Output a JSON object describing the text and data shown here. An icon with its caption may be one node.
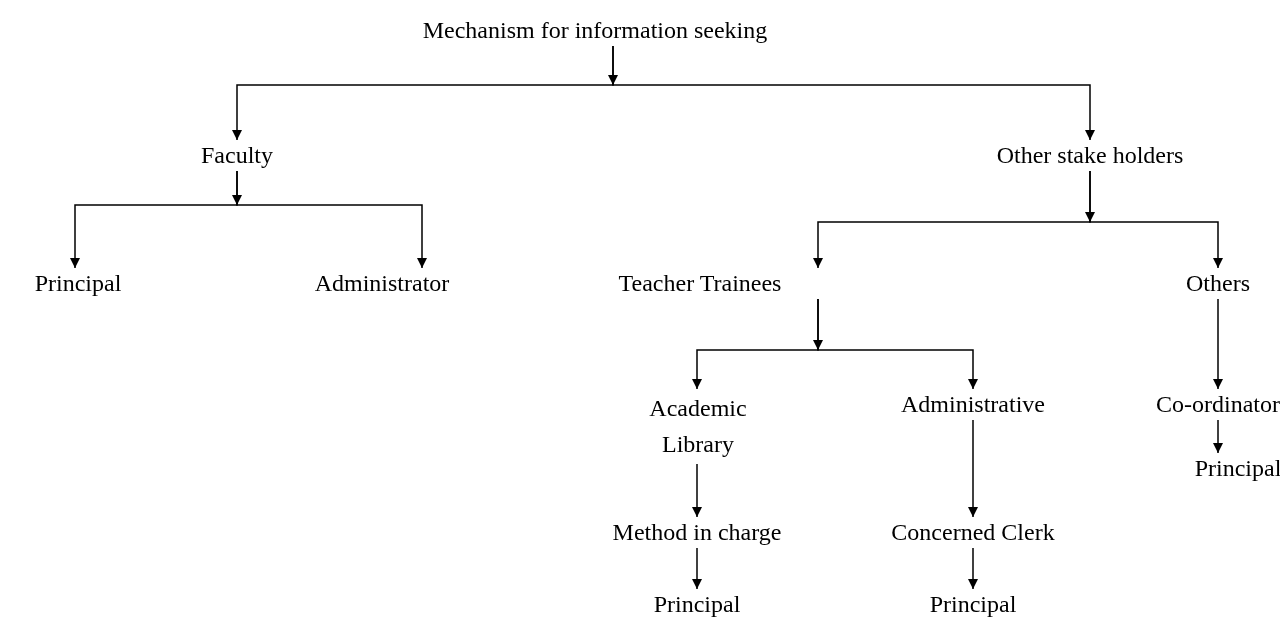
{
  "diagram": {
    "nodes": [
      {
        "text": [
          "Mechanism for information seeking"
        ]
      },
      {
        "text": [
          "Faculty"
        ]
      },
      {
        "text": [
          "Other stake holders"
        ]
      },
      {
        "text": [
          "Principal"
        ]
      },
      {
        "text": [
          "Administrator"
        ]
      },
      {
        "text": [
          "Teacher Trainees"
        ]
      },
      {
        "text": [
          "Others"
        ]
      },
      {
        "text": [
          "Academic Library"
        ]
      },
      {
        "text": [
          "Administrative"
        ]
      },
      {
        "text": [
          "Co-ordinator"
        ]
      },
      {
        "text": [
          "Method in charge"
        ]
      },
      {
        "text": [
          "Concerned Clerk"
        ]
      },
      {
        "text": [
          "Principal"
        ]
      },
      {
        "text": [
          "Principal"
        ]
      },
      {
        "text": [
          "Principal"
        ]
      }
    ],
    "edges": [
      {
        "from": 0,
        "to": 1,
        "arrow": "to"
      },
      {
        "from": 0,
        "to": 2,
        "arrow": "to"
      },
      {
        "from": 1,
        "to": 3,
        "arrow": "to"
      },
      {
        "from": 1,
        "to": 4,
        "arrow": "to"
      },
      {
        "from": 2,
        "to": 5,
        "arrow": "to"
      },
      {
        "from": 2,
        "to": 6,
        "arrow": "to"
      },
      {
        "from": 5,
        "to": 7,
        "arrow": "to"
      },
      {
        "from": 5,
        "to": 8,
        "arrow": "to"
      },
      {
        "from": 6,
        "to": 9,
        "arrow": "to"
      },
      {
        "from": 7,
        "to": 10,
        "arrow": "to"
      },
      {
        "from": 8,
        "to": 11,
        "arrow": "to"
      },
      {
        "from": 9,
        "to": 12,
        "arrow": "to"
      },
      {
        "from": 10,
        "to": 13,
        "arrow": "to"
      },
      {
        "from": 11,
        "to": 14,
        "arrow": "to"
      }
    ]
  }
}
